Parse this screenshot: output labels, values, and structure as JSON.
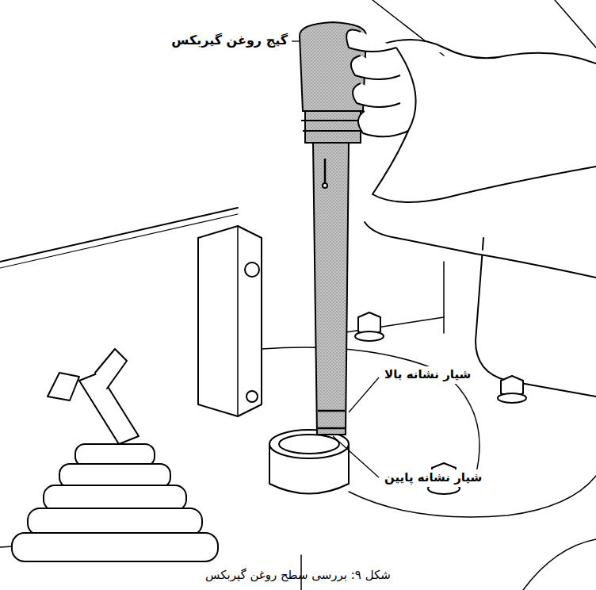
{
  "diagram": {
    "caption": "شکل ۹: بررسی سطح روغن گیربکس",
    "labels": [
      "گیج روغن گیربکس",
      "شیار نشانه بالا",
      "شیار نشانه پایین"
    ]
  }
}
